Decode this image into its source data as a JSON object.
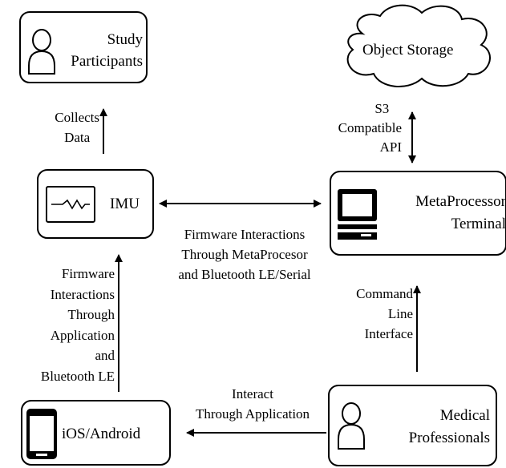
{
  "nodes": {
    "participants": {
      "line1": "Study",
      "line2": "Participants",
      "icon": "person-icon"
    },
    "storage": {
      "label": "Object Storage",
      "icon": "cloud-icon"
    },
    "imu": {
      "label": "IMU",
      "icon": "imu-sensor-icon"
    },
    "terminal": {
      "line1": "MetaProcessor",
      "line2": "Terminal",
      "icon": "computer-terminal-icon"
    },
    "mobile": {
      "label": "iOS/Android",
      "icon": "smartphone-icon"
    },
    "medical": {
      "line1": "Medical",
      "line2": "Professionals",
      "icon": "person-icon"
    }
  },
  "edges": {
    "collects": {
      "line1": "Collects",
      "line2": "Data"
    },
    "s3": {
      "line1": "S3",
      "line2": "Compatible",
      "line3": "API"
    },
    "firmware_meta": {
      "line1": "Firmware Interactions",
      "line2": "Through MetaProcesor",
      "line3": "and Bluetooth LE/Serial"
    },
    "firmware_app": {
      "line1": "Firmware",
      "line2": "Interactions",
      "line3": "Through",
      "line4": "Application",
      "line5": "and",
      "line6": "Bluetooth LE"
    },
    "cli": {
      "line1": "Command",
      "line2": "Line",
      "line3": "Interface"
    },
    "interact": {
      "line1": "Interact",
      "line2": "Through Application"
    }
  }
}
